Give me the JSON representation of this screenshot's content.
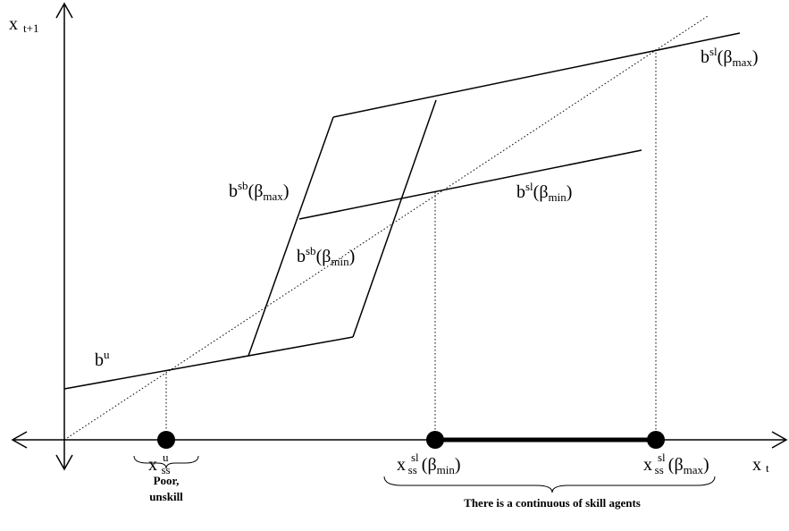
{
  "axes": {
    "y_base": "x",
    "y_sub": "t+1",
    "x_base": "x",
    "x_sub": "t"
  },
  "curves": {
    "bu": {
      "base": "b",
      "sup": "u"
    },
    "bsl_max": {
      "base": "b",
      "sup": "sl",
      "arg_open": "(",
      "arg_sym": "β",
      "arg_sub": "max",
      "arg_close": ")"
    },
    "bsl_min": {
      "base": "b",
      "sup": "sl",
      "arg_open": "(",
      "arg_sym": "β",
      "arg_sub": "min",
      "arg_close": ")"
    },
    "bsb_max": {
      "base": "b",
      "sup": "sb",
      "arg_open": "(",
      "arg_sym": "β",
      "arg_sub": "max",
      "arg_close": ")"
    },
    "bsb_min": {
      "base": "b",
      "sup": "sb",
      "arg_open": "(",
      "arg_sym": "β",
      "arg_sub": "min",
      "arg_close": ")"
    }
  },
  "steady_states": {
    "xu": {
      "base": "x",
      "sup": "u",
      "sub": "ss"
    },
    "xsl_min": {
      "base": "x",
      "sup": "sl",
      "sub": "ss",
      "arg_open": " (",
      "arg_sym": "β",
      "arg_sub": "min",
      "arg_close": ")"
    },
    "xsl_max": {
      "base": "x",
      "sup": "sl",
      "sub": "ss",
      "arg_open": " (",
      "arg_sym": "β",
      "arg_sub": "max",
      "arg_close": ")"
    }
  },
  "annotations": {
    "poor_line1": "Poor,",
    "poor_line2": "unskill",
    "continuous": "There is a continuous of skill agents"
  }
}
